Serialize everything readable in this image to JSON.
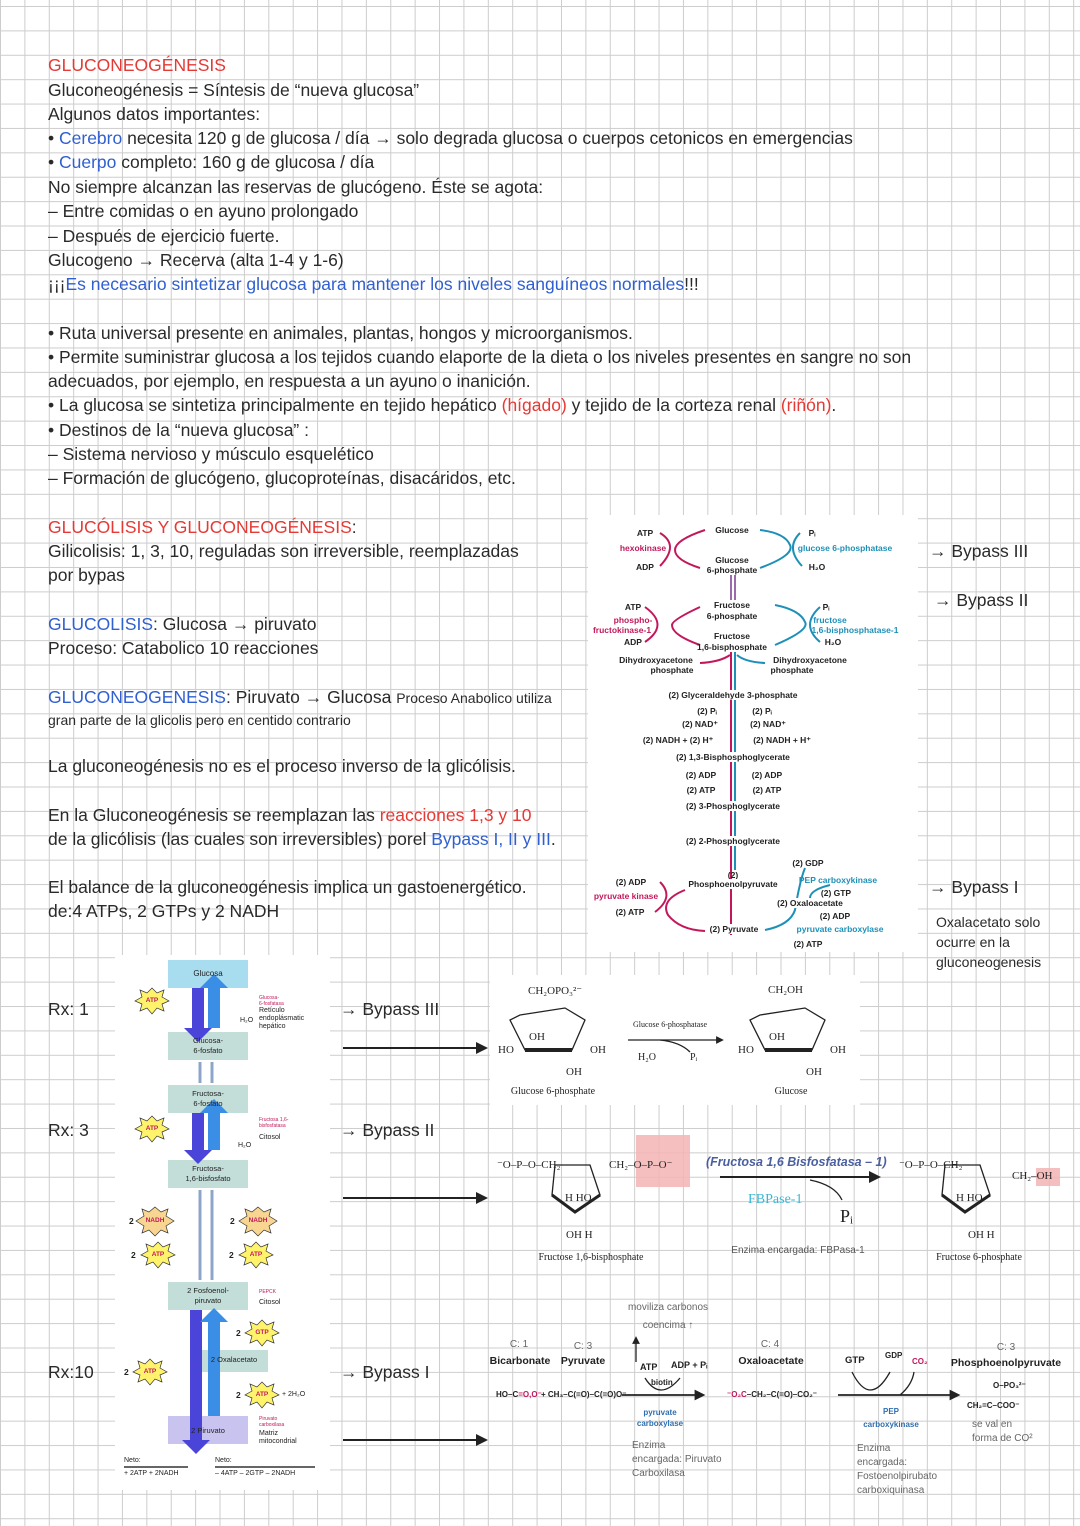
{
  "intro": {
    "title": "GLUCONEOGÉNESIS",
    "l1": "Gluconeogénesis = Síntesis de “nueva glucosa”",
    "l2": "Algunos datos importantes:",
    "l3a": "• ",
    "l3b": "Cerebro",
    "l3c": " necesita 120 g de glucosa / día → solo degrada glucosa o cuerpos cetonicos en emergencias",
    "l4a": "• ",
    "l4b": "Cuerpo",
    "l4c": " completo: 160 g de glucosa / día",
    "l5": "No siempre alcanzan las reservas de glucógeno. Éste se agota:",
    "l6": "– Entre comidas o en ayuno prolongado",
    "l7": "– Después de ejercicio fuerte.",
    "l8": "Glucogeno → Recerva (alta 1-4 y 1-6)",
    "l9a": "¡¡¡",
    "l9b": "Es necesario sintetizar glucosa para mantener los niveles sanguíneos normales",
    "l9c": "!!!"
  },
  "facts": {
    "l1": "• Ruta universal presente en animales, plantas, hongos y microorganismos.",
    "l2": "• Permite suministrar glucosa a los tejidos cuando elaporte de la dieta o los niveles presentes en sangre no son",
    "l3": "adecuados, por ejemplo, en respuesta a un ayuno o inanición.",
    "l4a": "• La glucosa se sintetiza principalmente en tejido hepático ",
    "l4b": "(hígado)",
    "l4c": " y tejido de la corteza renal ",
    "l4d": "(riñón)",
    "l4e": ".",
    "l5": "• Destinos de la “nueva glucosa” :",
    "l6": "– Sistema nervioso y músculo esquelético",
    "l7": "– Formación de glucógeno, glucoproteínas, disacáridos, etc."
  },
  "compare": {
    "title": "GLUCÓLISIS Y GLUCONEOGÉNESIS",
    "title_colon": ":",
    "l1": "Gilicolisis: 1, 3, 10, reguladas son irreversible, reemplazadas",
    "l2": "por bypas",
    "glu_a": "GLUCOLISIS",
    "glu_b": ": Glucosa → piruvato",
    "glu_c": "Proceso: Catabolico 10 reacciones",
    "gng_a": "GLUCONEOGENESIS",
    "gng_b": ": Piruvato → Glucosa ",
    "gng_c": "Proceso Anabolico utiliza",
    "gng_d": "gran parte de la glicolis pero en centido contrario",
    "l3": "La gluconeogénesis no es el proceso inverso de la glicólisis.",
    "l4a": "En la Gluconeogénesis se reemplazan las ",
    "l4b": "reacciones 1,3 y 10",
    "l5a": "de la glicólisis (las cuales son irreversibles) porel ",
    "l5b": "Bypass I, II y III",
    ".": ".",
    "l6": "El balance de la gluconeogénesis implica un gastoenergético.",
    "l7": " de:4 ATPs, 2 GTPs y 2 NADH",
    "bypass3": "→ Bypass III",
    "bypass2": "→ Bypass II",
    "bypass1": "→ Bypass I",
    "note": [
      "Oxalacetato solo",
      "ocurre  en la",
      "gluconeogenesis"
    ]
  },
  "pathway": [
    "ATP",
    "hexokinase",
    "ADP",
    "Glucose",
    "Glucose",
    "6-phosphate",
    "Pᵢ",
    "glucose 6-phosphatase",
    "H₂O",
    "ATP",
    "phospho-",
    "fructokinase-1",
    "ADP",
    "Fructose",
    "6-phosphate",
    "Fructose",
    "1,6-bisphosphate",
    "Pᵢ",
    "fructose",
    "1,6-bisphosphatase-1",
    "H₂O",
    "Dihydroxyacetone",
    "phosphate",
    "Dihydroxyacetone",
    "phosphate",
    "(2) Glyceraldehyde 3-phosphate",
    "(2) Pᵢ",
    "(2) Pᵢ",
    "(2) NAD⁺",
    "(2) NAD⁺",
    "(2) NADH + (2) H⁺",
    "(2) NADH + H⁺",
    "(2) 1,3-Bisphosphoglycerate",
    "(2) ADP",
    "(2) ADP",
    "(2) ATP",
    "(2) ATP",
    "(2) 3-Phosphoglycerate",
    "(2) 2-Phosphoglycerate",
    "(2) GDP",
    "(2)",
    "Phosphoenolpyruvate",
    "PEP carboxykinase",
    "(2) GTP",
    "(2) Oxaloacetate",
    "(2) ADP",
    "(2) ADP",
    "pyruvate kinase",
    "(2) ATP",
    "(2) Pyruvate",
    "pyruvate carboxylase",
    "(2) ATP"
  ],
  "rx": {
    "r1": "Rx: 1",
    "r3": "Rx: 3",
    "r10": "Rx:10",
    "b3": "→ Bypass III",
    "b2": "→ Bypass II",
    "b1": "→ Bypass I"
  },
  "scheme": {
    "glucosa": "Glucosa",
    "g6p": [
      "Glucosa-",
      "6-fosfato"
    ],
    "f6p": [
      "Fructosa-",
      "6-fosfato"
    ],
    "f16": [
      "Fructosa-",
      "1,6-bisfosfato"
    ],
    "pep": [
      "2 Fosfoenol-",
      "piruvato"
    ],
    "oaa": "2 Oxalacetato",
    "pyr": "2 Piruvato",
    "atp": "ATP",
    "nadh": "NADH",
    "gtp": "GTP",
    "two": "2",
    "h2o": "H₂O",
    "h2o2": "+ 2H₂O",
    "enz1": [
      "Glucosa-",
      "6-fosfatasa"
    ],
    "loc1": [
      "Retículo",
      "endoplásmatic",
      "hepático"
    ],
    "enz2": [
      "Fructosa 1,6-",
      "bisfosfatasa"
    ],
    "loc2": "Citosol",
    "enz3": "PEPCK",
    "loc3": "Citosol",
    "enz4": [
      "Piruvato",
      "carboxilasa"
    ],
    "loc4": [
      "Matriz",
      "mitocondrial"
    ],
    "neto": "Neto:",
    "neto1": "+ 2ATP + 2NADH",
    "neto2": "– 4ATP – 2GTP – 2NADH"
  },
  "r1": {
    "left": "Glucose 6-phosphate",
    "right": "Glucose",
    "enzyme": "Glucose 6-phosphatase",
    "h2o": "H₂O",
    "pi": "Pᵢ"
  },
  "r2": {
    "left": "Fructose 1,6-bisphosphate",
    "right": "Fructose 6-phosphate",
    "enzyme_es": "(Fructosa 1,6 Bisfosfatasa – 1)",
    "enzyme": "FBPase-1",
    "pi": "Pᵢ",
    "note": "Enzima encargada: FBPasa-1"
  },
  "r3": {
    "top1": "moviliza carbonos",
    "top2": "coencima ↑",
    "c1": "C: 1",
    "bicarb": "Bicarbonate",
    "c3": "C: 3",
    "pyruvate": "Pyruvate",
    "atp": "ATP",
    "adp": "ADP + Pᵢ",
    "biotin": "biotin",
    "pc": [
      "pyruvate",
      "carboxylase"
    ],
    "pc_note": [
      "Enzima",
      "encargada: Piruvato",
      "Carboxilasa"
    ],
    "c4": "C: 4",
    "oaa": "Oxaloacetate",
    "gtp": "GTP",
    "gdp": "GDP",
    "co2": "CO₂",
    "pepck": [
      "PEP",
      "carboxykinase"
    ],
    "pepck_note": [
      "Enzima",
      "encargada:",
      "Fostoenolpirubato",
      "carboxiquinasa"
    ],
    "c3b": "C: 3",
    "pep": "Phosphoenolpyruvate",
    "pep_note": [
      "se val en",
      "forma de CO²"
    ]
  },
  "colors": {
    "red": "#e53935",
    "blue": "#2f5fd0",
    "magenta": "#c2185b",
    "cyan": "#1e90b8"
  }
}
